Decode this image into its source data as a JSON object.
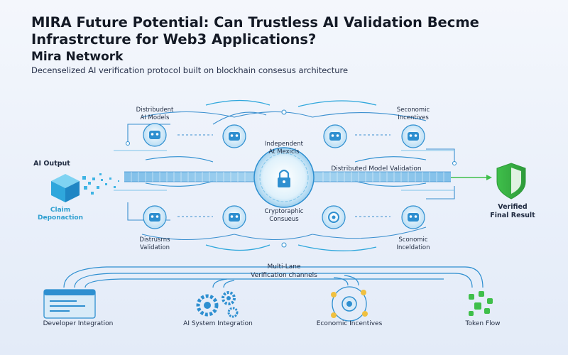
{
  "header": {
    "title": "MIRA Future Potential: Can Trustless AI Validation Becme Infrastrcture for Web3 Applications?",
    "subtitle": "Mira Network",
    "description": "Decenselized AI verification protocol built on blockhain consesus architecture"
  },
  "diagram": {
    "input_label": "AI Output",
    "claim_label": "Claim\nDeponaction",
    "output_label": "Verified\nFinal Result",
    "core_label": "Distributed Model Validation",
    "nodes": {
      "top_left": "Distribudent\nAI Models",
      "top_center": "Independent\nAt Mexicls",
      "top_right": "Seconomic\nIncentives",
      "bottom_center": "Cryptoraphic\nConsueus",
      "bottom_left": "Distrusrns\nValidation",
      "bottom_right": "Sconomic\nInceldation"
    },
    "channels_label": "Multi-Lane\nVerification channels"
  },
  "integrations": [
    {
      "label": "Developer Integration",
      "icon": "code-window-icon"
    },
    {
      "label": "AI System Integration",
      "icon": "gears-icon"
    },
    {
      "label": "Economic Incentives",
      "icon": "coin-cycle-icon"
    },
    {
      "label": "Token Flow",
      "icon": "token-network-icon"
    }
  ],
  "colors": {
    "primary": "#2e8fd0",
    "cyan": "#3fc3e8",
    "green": "#3fbf4a",
    "node_fill": "#d8ebf8"
  }
}
